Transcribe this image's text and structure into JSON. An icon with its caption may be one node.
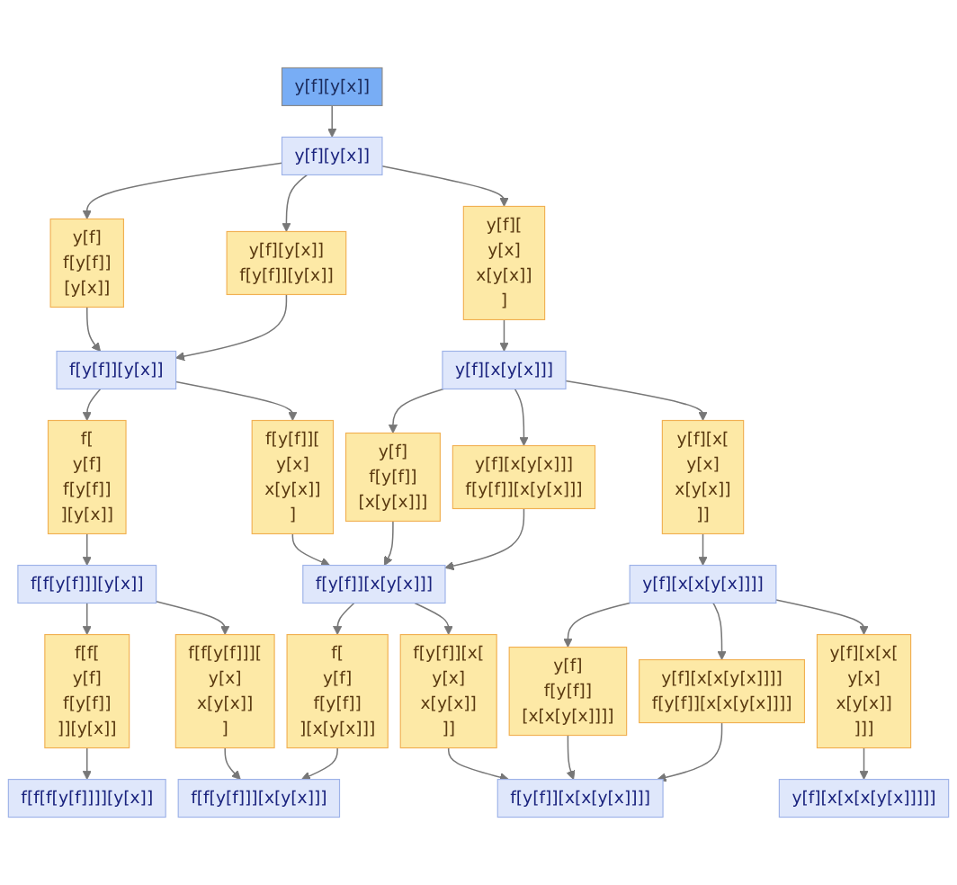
{
  "diagram": {
    "nodes": [
      {
        "text": [
          "y[f][y[x]]"
        ]
      },
      {
        "text": [
          "y[f][y[x]]"
        ]
      },
      {
        "text": [
          "y[f]",
          "f[y[f]]",
          "[y[x]]"
        ]
      },
      {
        "text": [
          "y[f][y[x]]",
          "f[y[f]][y[x]]"
        ]
      },
      {
        "text": [
          "y[f][",
          "y[x]",
          "x[y[x]]",
          "]"
        ]
      },
      {
        "text": [
          "f[y[f]][y[x]]"
        ]
      },
      {
        "text": [
          "y[f][x[y[x]]]"
        ]
      },
      {
        "text": [
          "f[",
          "y[f]",
          "f[y[f]]",
          "][y[x]]"
        ]
      },
      {
        "text": [
          "f[y[f]][",
          "y[x]",
          "x[y[x]]",
          "]"
        ]
      },
      {
        "text": [
          "y[f]",
          "f[y[f]]",
          "[x[y[x]]]"
        ]
      },
      {
        "text": [
          "y[f][x[y[x]]]",
          "f[y[f]][x[y[x]]]"
        ]
      },
      {
        "text": [
          "y[f][x[",
          "y[x]",
          "x[y[x]]",
          "]]"
        ]
      },
      {
        "text": [
          "f[f[y[f]]][y[x]]"
        ]
      },
      {
        "text": [
          "f[y[f]][x[y[x]]]"
        ]
      },
      {
        "text": [
          "y[f][x[x[y[x]]]]"
        ]
      },
      {
        "text": [
          "f[f[",
          "y[f]",
          "f[y[f]]",
          "]][y[x]]"
        ]
      },
      {
        "text": [
          "f[f[y[f]]][",
          "y[x]",
          "x[y[x]]",
          "]"
        ]
      },
      {
        "text": [
          "f[",
          "y[f]",
          "f[y[f]]",
          "][x[y[x]]]"
        ]
      },
      {
        "text": [
          "f[y[f]][x[",
          "y[x]",
          "x[y[x]]",
          "]]"
        ]
      },
      {
        "text": [
          "y[f]",
          "f[y[f]]",
          "[x[x[y[x]]]]"
        ]
      },
      {
        "text": [
          "y[f][x[x[y[x]]]]",
          "f[y[f]][x[x[y[x]]]]"
        ]
      },
      {
        "text": [
          "y[f][x[x[",
          "y[x]",
          "x[y[x]]",
          "]]]"
        ]
      },
      {
        "text": [
          "f[f[f[y[f]]]][y[x]]"
        ]
      },
      {
        "text": [
          "f[f[y[f]]][x[y[x]]]"
        ]
      },
      {
        "text": [
          "f[y[f]][x[x[y[x]]]]"
        ]
      },
      {
        "text": [
          "y[f][x[x[x[y[x]]]]]"
        ]
      }
    ],
    "edges": [
      {
        "from": 0,
        "to": 1,
        "arrow": "to"
      },
      {
        "from": 1,
        "to": 2,
        "arrow": "to"
      },
      {
        "from": 1,
        "to": 3,
        "arrow": "to"
      },
      {
        "from": 1,
        "to": 4,
        "arrow": "to"
      },
      {
        "from": 2,
        "to": 5,
        "arrow": "to"
      },
      {
        "from": 3,
        "to": 5,
        "arrow": "to"
      },
      {
        "from": 4,
        "to": 6,
        "arrow": "to"
      },
      {
        "from": 5,
        "to": 7,
        "arrow": "to"
      },
      {
        "from": 5,
        "to": 8,
        "arrow": "to"
      },
      {
        "from": 6,
        "to": 9,
        "arrow": "to"
      },
      {
        "from": 6,
        "to": 10,
        "arrow": "to"
      },
      {
        "from": 6,
        "to": 11,
        "arrow": "to"
      },
      {
        "from": 7,
        "to": 12,
        "arrow": "to"
      },
      {
        "from": 8,
        "to": 13,
        "arrow": "to"
      },
      {
        "from": 9,
        "to": 13,
        "arrow": "to"
      },
      {
        "from": 10,
        "to": 13,
        "arrow": "to"
      },
      {
        "from": 11,
        "to": 14,
        "arrow": "to"
      },
      {
        "from": 12,
        "to": 15,
        "arrow": "to"
      },
      {
        "from": 12,
        "to": 16,
        "arrow": "to"
      },
      {
        "from": 13,
        "to": 17,
        "arrow": "to"
      },
      {
        "from": 13,
        "to": 18,
        "arrow": "to"
      },
      {
        "from": 14,
        "to": 19,
        "arrow": "to"
      },
      {
        "from": 14,
        "to": 20,
        "arrow": "to"
      },
      {
        "from": 14,
        "to": 21,
        "arrow": "to"
      },
      {
        "from": 15,
        "to": 22,
        "arrow": "to"
      },
      {
        "from": 16,
        "to": 23,
        "arrow": "to"
      },
      {
        "from": 17,
        "to": 23,
        "arrow": "to"
      },
      {
        "from": 18,
        "to": 24,
        "arrow": "to"
      },
      {
        "from": 19,
        "to": 24,
        "arrow": "to"
      },
      {
        "from": 20,
        "to": 24,
        "arrow": "to"
      },
      {
        "from": 21,
        "to": 25,
        "arrow": "to"
      }
    ]
  }
}
